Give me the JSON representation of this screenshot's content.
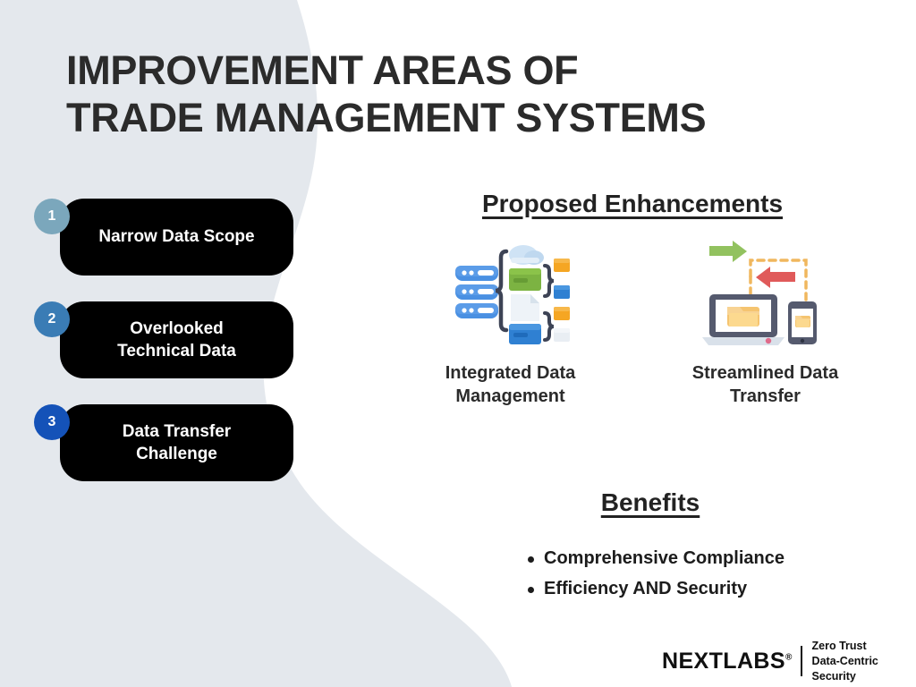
{
  "slide": {
    "title": "IMPROVEMENT AREAS OF\nTRADE MANAGEMENT SYSTEMS",
    "background_color": "#ffffff",
    "blob_color": "#e4e8ed"
  },
  "steps": [
    {
      "number": "1",
      "label": "Narrow Data Scope",
      "badge_color": "#7ba7bc",
      "pill_color": "#000000"
    },
    {
      "number": "2",
      "label": "Overlooked\nTechnical Data",
      "badge_color": "#3a7cb5",
      "pill_color": "#000000"
    },
    {
      "number": "3",
      "label": "Data Transfer\nChallenge",
      "badge_color": "#1452b8",
      "pill_color": "#000000"
    }
  ],
  "enhancements": {
    "heading": "Proposed Enhancements",
    "items": [
      {
        "icon": "data-management-icon",
        "caption": "Integrated Data\nManagement"
      },
      {
        "icon": "data-transfer-icon",
        "caption": "Streamlined Data\nTransfer"
      }
    ]
  },
  "benefits": {
    "heading": "Benefits",
    "items": [
      "Comprehensive Compliance",
      "Efficiency AND Security"
    ]
  },
  "logo": {
    "name": "NEXTLABS",
    "registered": "®",
    "tagline": "Zero Trust\nData-Centric Security"
  }
}
